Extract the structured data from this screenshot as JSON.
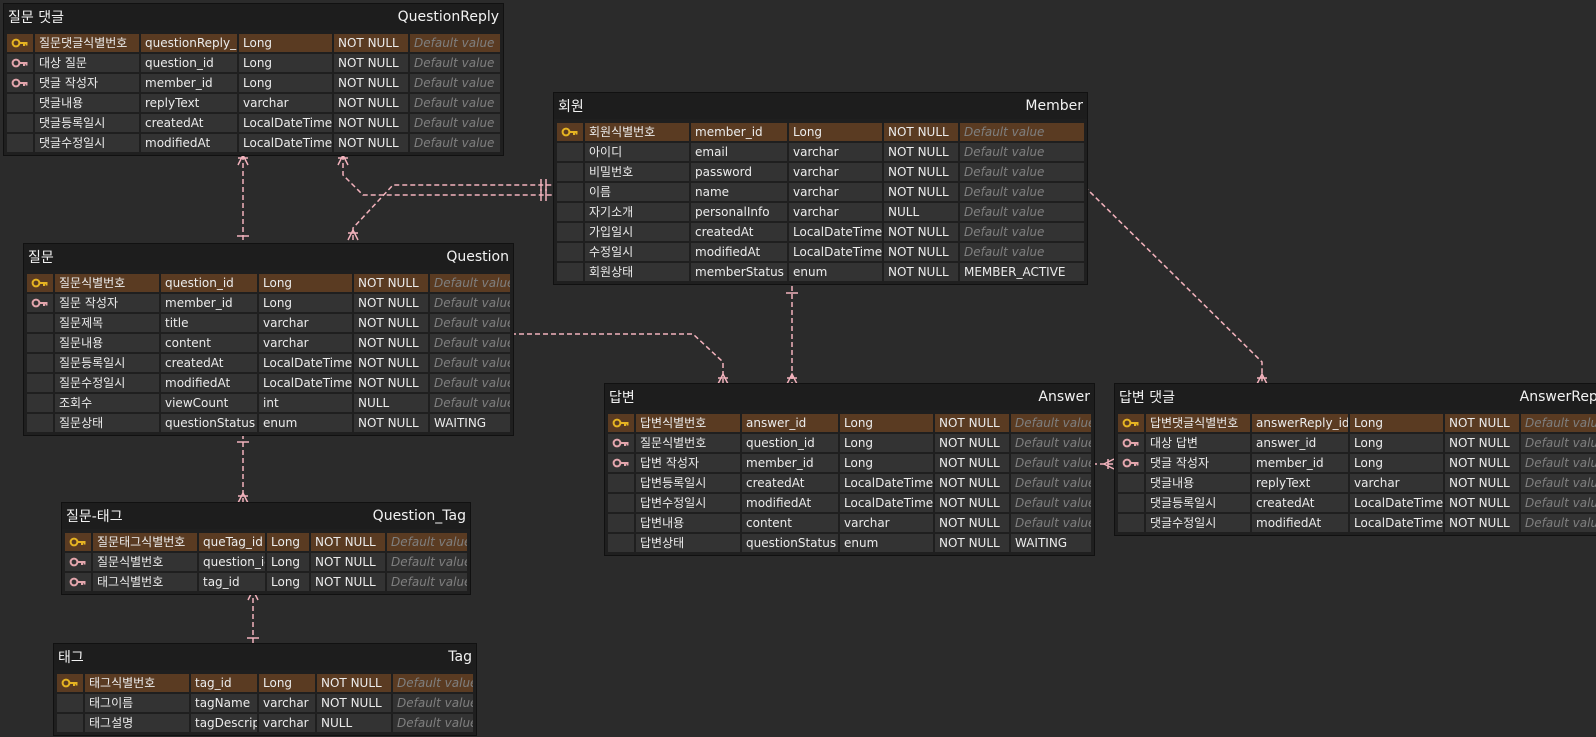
{
  "colors": {
    "background": "#2b2b2b",
    "pk_row": "#5a3b22",
    "pk_icon": "#e6b422",
    "fk_icon": "#e3a6ad",
    "relation_line": "#f2b2bc"
  },
  "tables": [
    {
      "id": "questionreply",
      "title_ko": "질문 댓글",
      "title_en": "QuestionReply",
      "rows": [
        {
          "key": "pk",
          "label": "질문댓글식별번호",
          "field": "questionReply_id",
          "type": "Long",
          "nullable": "NOT NULL",
          "default": "Default value"
        },
        {
          "key": "fk",
          "label": "대상 질문",
          "field": "question_id",
          "type": "Long",
          "nullable": "NOT NULL",
          "default": "Default value"
        },
        {
          "key": "fk",
          "label": "댓글 작성자",
          "field": "member_id",
          "type": "Long",
          "nullable": "NOT NULL",
          "default": "Default value"
        },
        {
          "key": "",
          "label": "댓글내용",
          "field": "replyText",
          "type": "varchar",
          "nullable": "NOT NULL",
          "default": "Default value"
        },
        {
          "key": "",
          "label": "댓글등록일시",
          "field": "createdAt",
          "type": "LocalDateTime",
          "nullable": "NOT NULL",
          "default": "Default value"
        },
        {
          "key": "",
          "label": "댓글수정일시",
          "field": "modifiedAt",
          "type": "LocalDateTime",
          "nullable": "NOT NULL",
          "default": "Default value"
        }
      ]
    },
    {
      "id": "member",
      "title_ko": "회원",
      "title_en": "Member",
      "rows": [
        {
          "key": "pk",
          "label": "회원식별번호",
          "field": "member_id",
          "type": "Long",
          "nullable": "NOT NULL",
          "default": "Default value"
        },
        {
          "key": "",
          "label": "아이디",
          "field": "email",
          "type": "varchar",
          "nullable": "NOT NULL",
          "default": "Default value"
        },
        {
          "key": "",
          "label": "비밀번호",
          "field": "password",
          "type": "varchar",
          "nullable": "NOT NULL",
          "default": "Default value"
        },
        {
          "key": "",
          "label": "이름",
          "field": "name",
          "type": "varchar",
          "nullable": "NOT NULL",
          "default": "Default value"
        },
        {
          "key": "",
          "label": "자기소개",
          "field": "personalInfo",
          "type": "varchar",
          "nullable": "NULL",
          "default": "Default value"
        },
        {
          "key": "",
          "label": "가입일시",
          "field": "createdAt",
          "type": "LocalDateTime",
          "nullable": "NOT NULL",
          "default": "Default value"
        },
        {
          "key": "",
          "label": "수정일시",
          "field": "modifiedAt",
          "type": "LocalDateTime",
          "nullable": "NOT NULL",
          "default": "Default value"
        },
        {
          "key": "",
          "label": "회원상태",
          "field": "memberStatus",
          "type": "enum",
          "nullable": "NOT NULL",
          "default": "MEMBER_ACTIVE",
          "default_set": true
        }
      ]
    },
    {
      "id": "question",
      "title_ko": "질문",
      "title_en": "Question",
      "rows": [
        {
          "key": "pk",
          "label": "질문식별번호",
          "field": "question_id",
          "type": "Long",
          "nullable": "NOT NULL",
          "default": "Default value"
        },
        {
          "key": "fk",
          "label": "질문 작성자",
          "field": "member_id",
          "type": "Long",
          "nullable": "NOT NULL",
          "default": "Default value"
        },
        {
          "key": "",
          "label": "질문제목",
          "field": "title",
          "type": "varchar",
          "nullable": "NOT NULL",
          "default": "Default value"
        },
        {
          "key": "",
          "label": "질문내용",
          "field": "content",
          "type": "varchar",
          "nullable": "NOT NULL",
          "default": "Default value"
        },
        {
          "key": "",
          "label": "질문등록일시",
          "field": "createdAt",
          "type": "LocalDateTime",
          "nullable": "NOT NULL",
          "default": "Default value"
        },
        {
          "key": "",
          "label": "질문수정일시",
          "field": "modifiedAt",
          "type": "LocalDateTime",
          "nullable": "NOT NULL",
          "default": "Default value"
        },
        {
          "key": "",
          "label": "조회수",
          "field": "viewCount",
          "type": "int",
          "nullable": "NULL",
          "default": "Default value"
        },
        {
          "key": "",
          "label": "질문상태",
          "field": "questionStatus",
          "type": "enum",
          "nullable": "NOT NULL",
          "default": "WAITING",
          "default_set": true
        }
      ]
    },
    {
      "id": "answer",
      "title_ko": "답변",
      "title_en": "Answer",
      "rows": [
        {
          "key": "pk",
          "label": "답변식별번호",
          "field": "answer_id",
          "type": "Long",
          "nullable": "NOT NULL",
          "default": "Default value"
        },
        {
          "key": "fk",
          "label": "질문식별번호",
          "field": "question_id",
          "type": "Long",
          "nullable": "NOT NULL",
          "default": "Default value"
        },
        {
          "key": "fk",
          "label": "답변 작성자",
          "field": "member_id",
          "type": "Long",
          "nullable": "NOT NULL",
          "default": "Default value"
        },
        {
          "key": "",
          "label": "답변등록일시",
          "field": "createdAt",
          "type": "LocalDateTime",
          "nullable": "NOT NULL",
          "default": "Default value"
        },
        {
          "key": "",
          "label": "답변수정일시",
          "field": "modifiedAt",
          "type": "LocalDateTime",
          "nullable": "NOT NULL",
          "default": "Default value"
        },
        {
          "key": "",
          "label": "답변내용",
          "field": "content",
          "type": "varchar",
          "nullable": "NOT NULL",
          "default": "Default value"
        },
        {
          "key": "",
          "label": "답변상태",
          "field": "questionStatus",
          "type": "enum",
          "nullable": "NOT NULL",
          "default": "WAITING",
          "default_set": true
        }
      ]
    },
    {
      "id": "answerreply",
      "title_ko": "답변 댓글",
      "title_en": "AnswerReply",
      "rows": [
        {
          "key": "pk",
          "label": "답변댓글식별번호",
          "field": "answerReply_id",
          "type": "Long",
          "nullable": "NOT NULL",
          "default": "Default value"
        },
        {
          "key": "fk",
          "label": "대상 답변",
          "field": "answer_id",
          "type": "Long",
          "nullable": "NOT NULL",
          "default": "Default value"
        },
        {
          "key": "fk",
          "label": "댓글 작성자",
          "field": "member_id",
          "type": "Long",
          "nullable": "NOT NULL",
          "default": "Default value"
        },
        {
          "key": "",
          "label": "댓글내용",
          "field": "replyText",
          "type": "varchar",
          "nullable": "NOT NULL",
          "default": "Default value"
        },
        {
          "key": "",
          "label": "댓글등록일시",
          "field": "createdAt",
          "type": "LocalDateTime",
          "nullable": "NOT NULL",
          "default": "Default value"
        },
        {
          "key": "",
          "label": "댓글수정일시",
          "field": "modifiedAt",
          "type": "LocalDateTime",
          "nullable": "NOT NULL",
          "default": "Default value"
        }
      ]
    },
    {
      "id": "questiontag",
      "title_ko": "질문-태그",
      "title_en": "Question_Tag",
      "rows": [
        {
          "key": "pk",
          "label": "질문태그식별번호",
          "field": "queTag_id",
          "type": "Long",
          "nullable": "NOT NULL",
          "default": "Default value"
        },
        {
          "key": "fk",
          "label": "질문식별번호",
          "field": "question_id",
          "type": "Long",
          "nullable": "NOT NULL",
          "default": "Default value"
        },
        {
          "key": "fk",
          "label": "태그식별번호",
          "field": "tag_id",
          "type": "Long",
          "nullable": "NOT NULL",
          "default": "Default value"
        }
      ]
    },
    {
      "id": "tag",
      "title_ko": "태그",
      "title_en": "Tag",
      "rows": [
        {
          "key": "pk",
          "label": "태그식별번호",
          "field": "tag_id",
          "type": "Long",
          "nullable": "NOT NULL",
          "default": "Default value"
        },
        {
          "key": "",
          "label": "태그이름",
          "field": "tagName",
          "type": "varchar",
          "nullable": "NOT NULL",
          "default": "Default value"
        },
        {
          "key": "",
          "label": "태그설명",
          "field": "tagDescription",
          "type": "varchar",
          "nullable": "NULL",
          "default": "Default value"
        }
      ]
    }
  ]
}
